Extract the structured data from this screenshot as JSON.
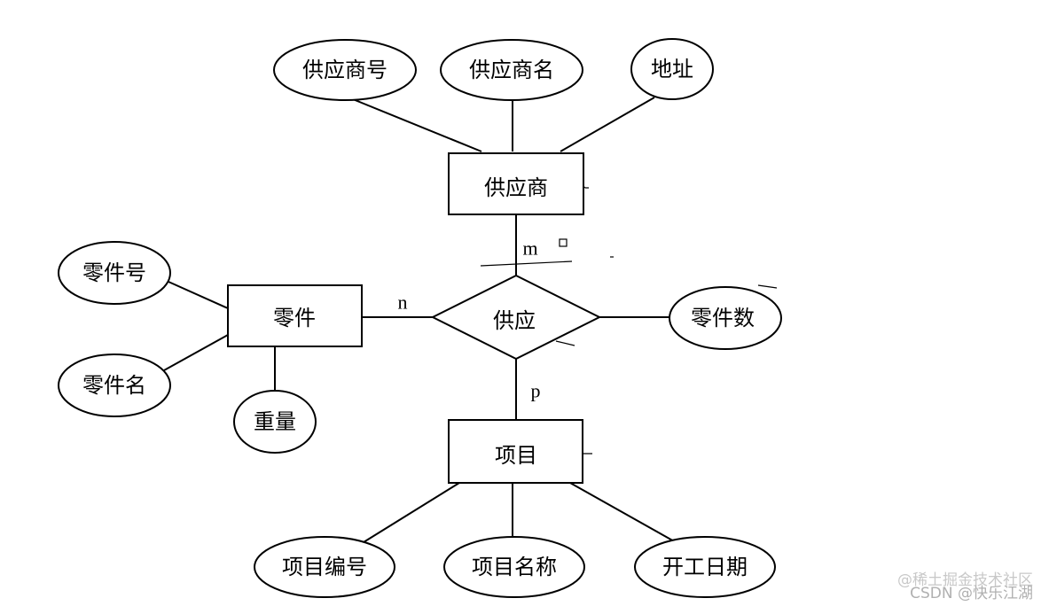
{
  "entities": {
    "supplier": "供应商",
    "part": "零件",
    "project": "项目"
  },
  "relationship": {
    "supply": "供应"
  },
  "attributes": {
    "supplier_id": "供应商号",
    "supplier_name": "供应商名",
    "address": "地址",
    "part_id": "零件号",
    "part_name": "零件名",
    "weight": "重量",
    "part_quantity": "零件数",
    "project_id": "项目编号",
    "project_name": "项目名称",
    "start_date": "开工日期"
  },
  "cardinalities": {
    "supplier": "m",
    "part": "n",
    "project": "p"
  },
  "watermark": {
    "line1": "@稀土掘金技术社区",
    "line2": "CSDN @快乐江湖"
  }
}
